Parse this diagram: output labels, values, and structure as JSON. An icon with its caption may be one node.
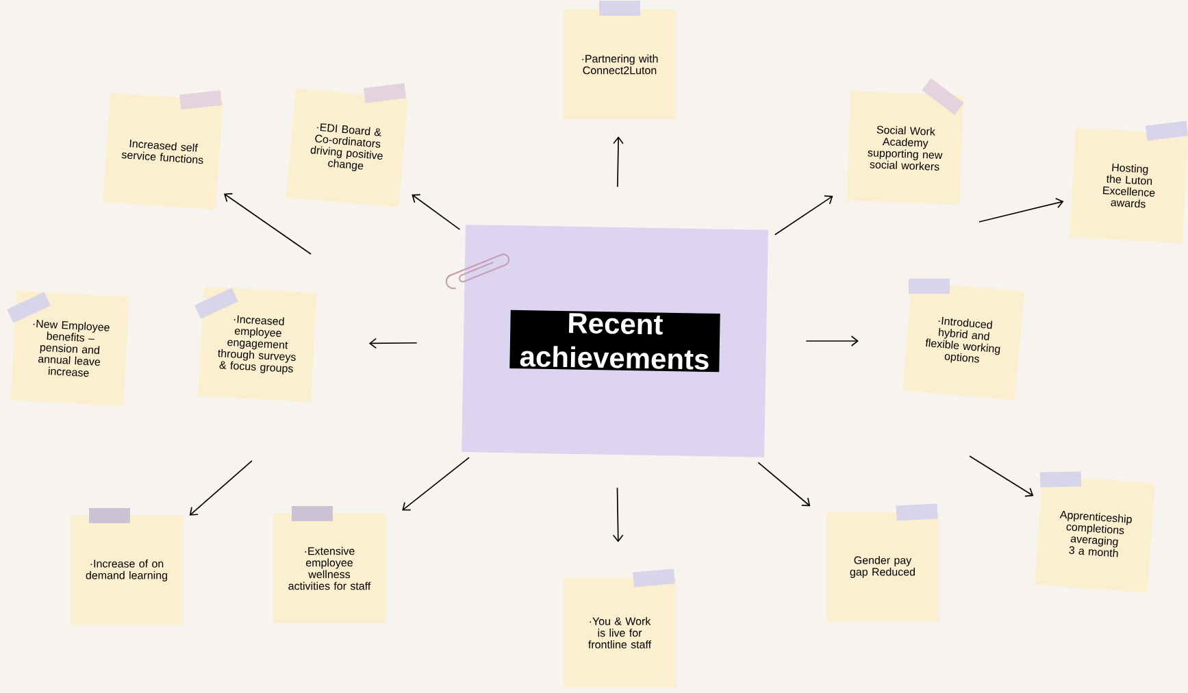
{
  "diagram": {
    "nodes": [
      {
        "text": [
          "Recent achievements"
        ]
      },
      {
        "text": [
          "Increased self service functions"
        ]
      },
      {
        "text": [
          "·EDI Board & Co-ordinators driving positive change"
        ]
      },
      {
        "text": [
          "·Partnering with Connect2Luton"
        ]
      },
      {
        "text": [
          "Social Work Academy supporting new social workers"
        ]
      },
      {
        "text": [
          "Hosting the Luton Excellence awards"
        ]
      },
      {
        "text": [
          "·New Employee benefits – pension and annual leave increase"
        ]
      },
      {
        "text": [
          "·Increased employee engagement through surveys & focus groups"
        ]
      },
      {
        "text": [
          "·Introduced hybrid and flexible working options"
        ]
      },
      {
        "text": [
          "·Increase of on demand learning"
        ]
      },
      {
        "text": [
          "·Extensive employee wellness activities for staff"
        ]
      },
      {
        "text": [
          "·You & Work is live for frontline staff"
        ]
      },
      {
        "text": [
          "Gender pay gap Reduced"
        ]
      },
      {
        "text": [
          "Apprenticeship completions averaging 3 a month"
        ]
      }
    ],
    "edges": [
      {
        "from": 0,
        "to": 2,
        "arrow": "to"
      },
      {
        "from": null,
        "to": 1,
        "arrow": "to"
      },
      {
        "from": 0,
        "to": 7,
        "arrow": "to"
      },
      {
        "from": 0,
        "to": 3,
        "arrow": "to"
      },
      {
        "from": 0,
        "to": 4,
        "arrow": "to"
      },
      {
        "from": null,
        "to": 5,
        "arrow": "to"
      },
      {
        "from": 0,
        "to": 8,
        "arrow": "to"
      },
      {
        "from": 0,
        "to": 10,
        "arrow": "to"
      },
      {
        "from": null,
        "to": 9,
        "arrow": "to"
      },
      {
        "from": 0,
        "to": 11,
        "arrow": "to"
      },
      {
        "from": 0,
        "to": 12,
        "arrow": "to"
      },
      {
        "from": null,
        "to": 13,
        "arrow": "to"
      }
    ]
  }
}
